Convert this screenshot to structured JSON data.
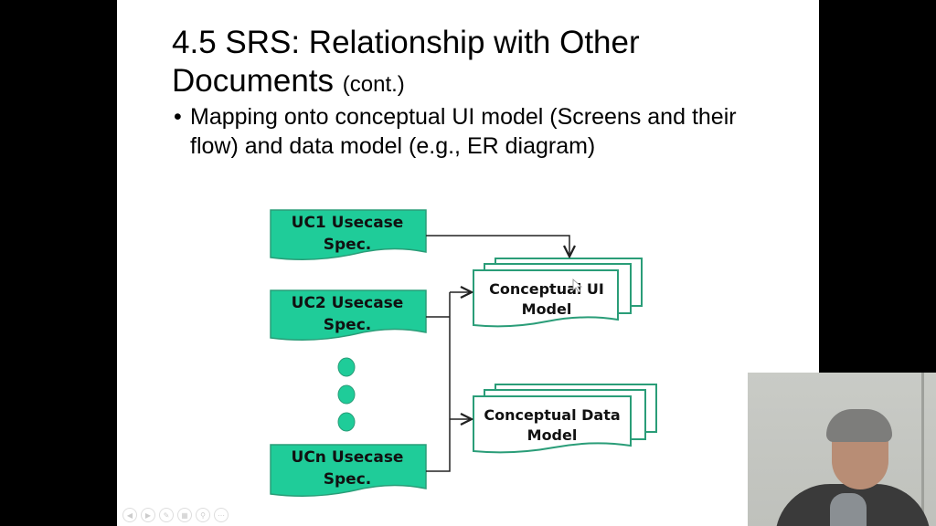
{
  "slide": {
    "title_main": "4.5 SRS: Relationship with Other Documents",
    "title_line1": "4.5 SRS: Relationship with Other",
    "title_line2": "Documents",
    "title_suffix": "(cont.)",
    "bullet_marker": "•",
    "bullet_text": "Mapping onto conceptual UI model (Screens and their flow) and data model (e.g., ER diagram)"
  },
  "diagram": {
    "colors": {
      "accent": "#1fcc99",
      "border": "#2a9d78",
      "line": "#222222"
    },
    "sources": [
      {
        "line1": "UC1 Usecase",
        "line2": "Spec."
      },
      {
        "line1": "UC2 Usecase",
        "line2": "Spec."
      },
      {
        "line1": "UCn Usecase",
        "line2": "Spec."
      }
    ],
    "targets": [
      {
        "line1": "Conceptual UI",
        "line2": "Model"
      },
      {
        "line1": "Conceptual Data",
        "line2": "Model"
      }
    ]
  },
  "player_controls": [
    "previous-icon",
    "next-icon",
    "pen-icon",
    "menu-icon",
    "zoom-icon",
    "more-icon"
  ],
  "webcam": {
    "label": "presenter-video"
  }
}
